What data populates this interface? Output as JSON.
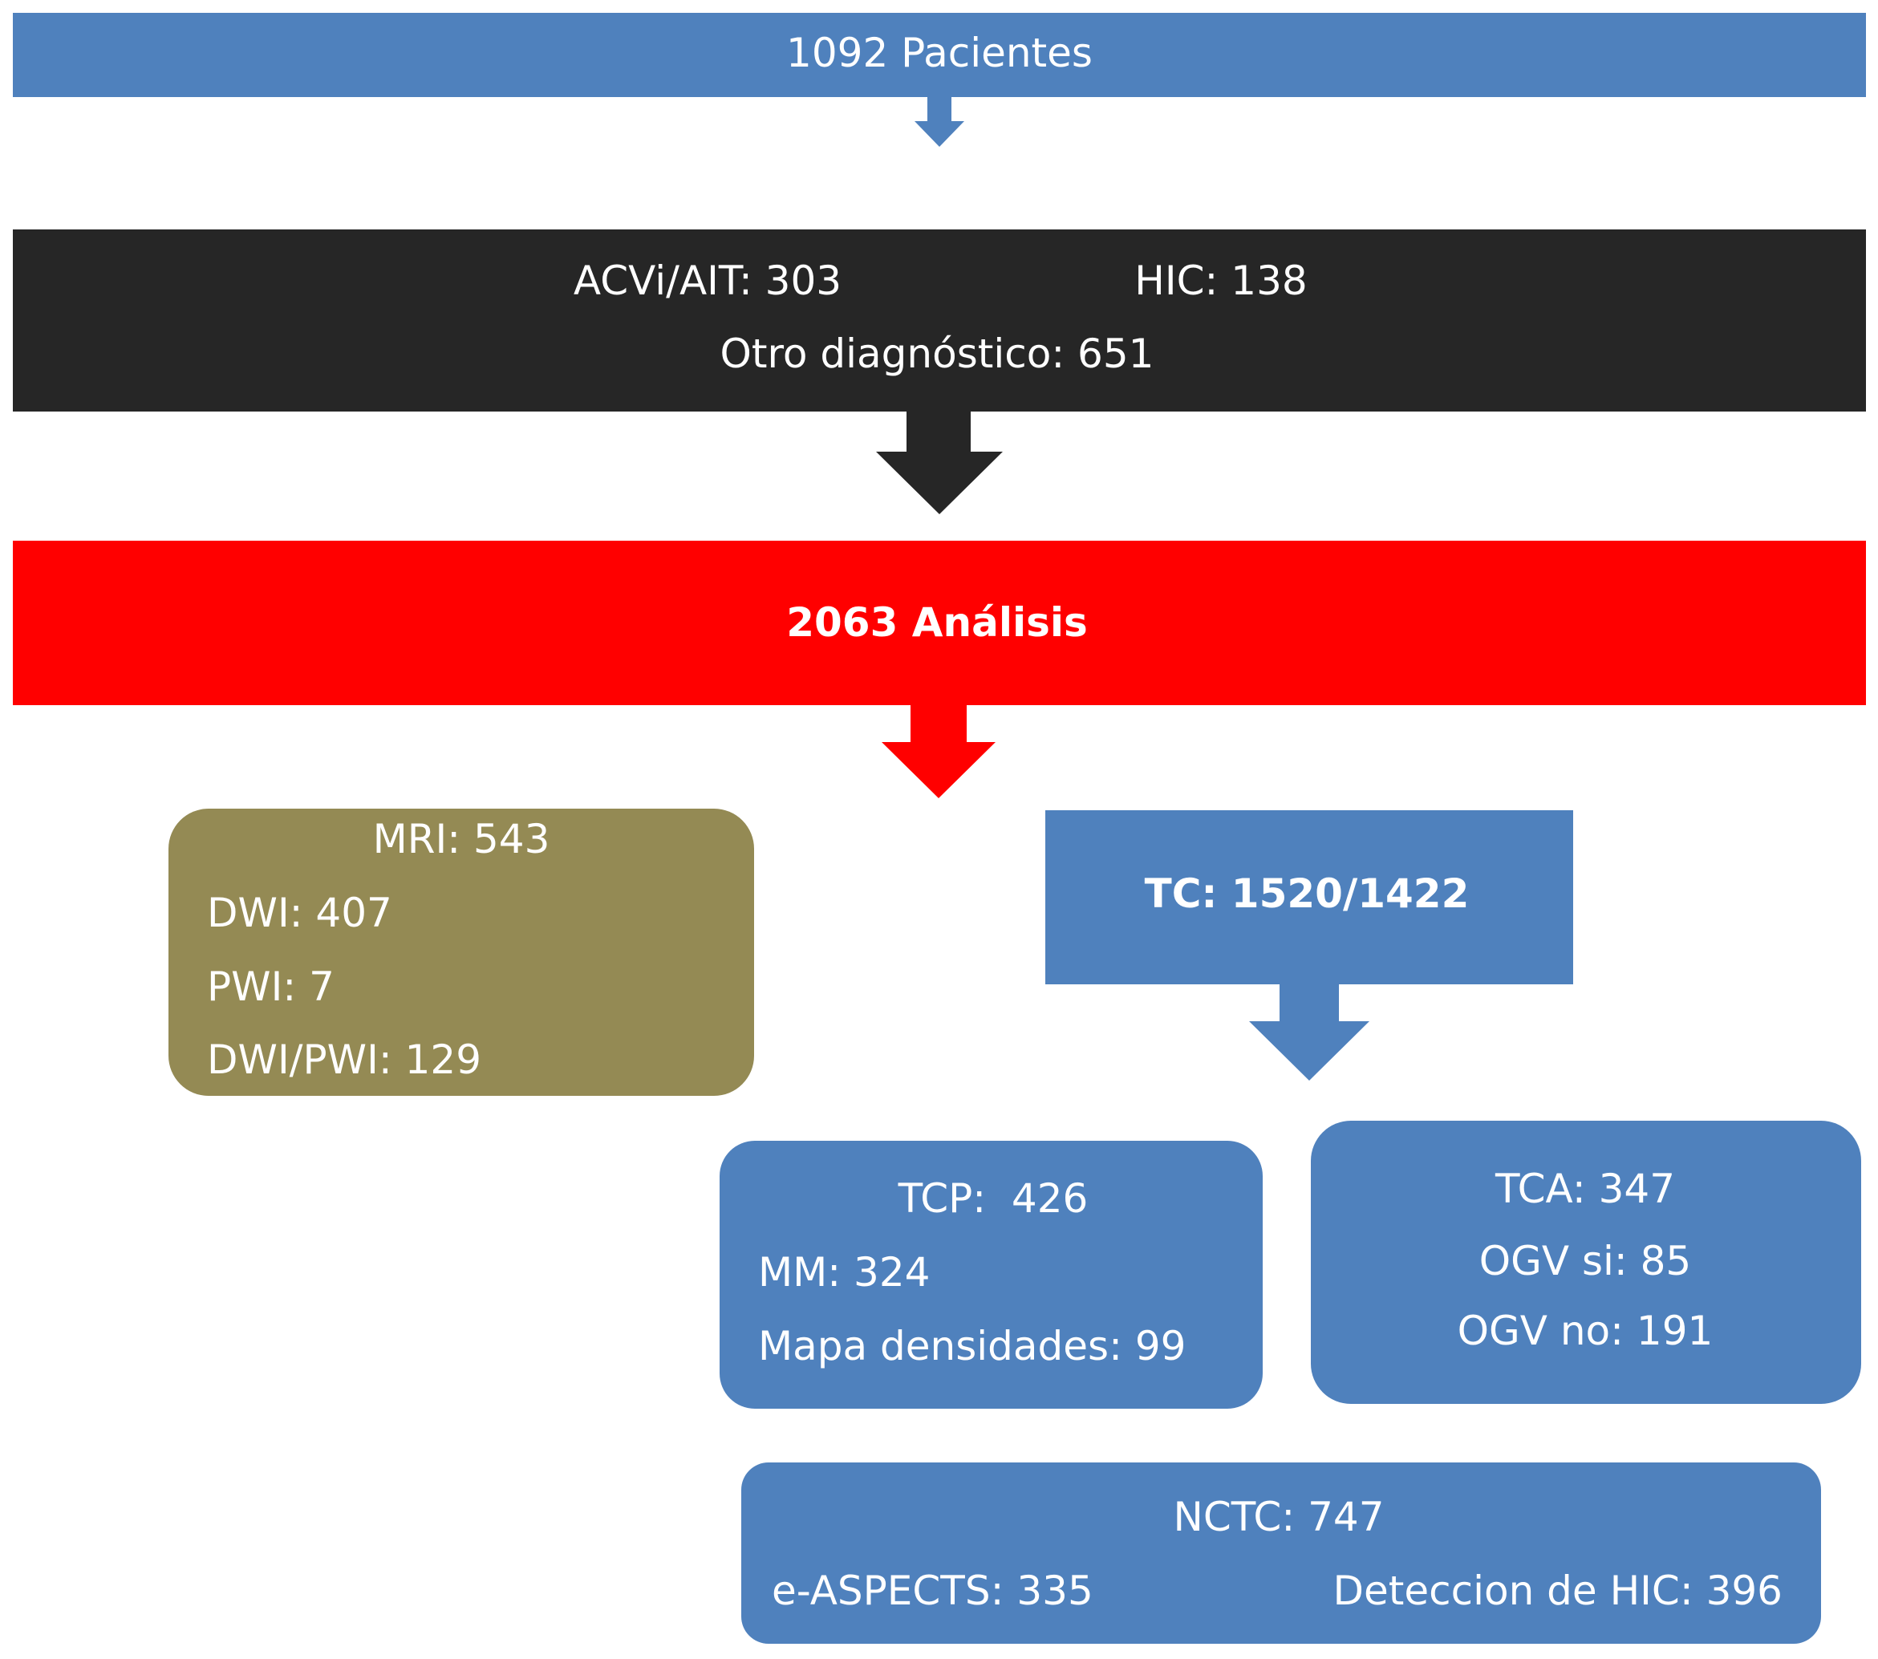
{
  "colors": {
    "blue": "#4f81bd",
    "black": "#262626",
    "red": "#ff0000",
    "olive": "#948a54",
    "text": "#ffffff"
  },
  "patients": {
    "label": "1092 Pacientes"
  },
  "diagnosis": {
    "acvi_ait": "ACVi/AIT: 303",
    "hic": "HIC: 138",
    "other": "Otro diagnóstico: 651"
  },
  "analysis": {
    "label": "2063 Análisis"
  },
  "mri": {
    "title": "MRI: 543",
    "dwi": "DWI: 407",
    "pwi": "PWI: 7",
    "dwi_pwi": "DWI/PWI: 129"
  },
  "tc": {
    "label": "TC: 1520/1422"
  },
  "tcp": {
    "title": "TCP:  426",
    "mm": "MM: 324",
    "density": "Mapa densidades: 99"
  },
  "tca": {
    "title": "TCA: 347",
    "ogv_si": "OGV si: 85",
    "ogv_no": "OGV no: 191"
  },
  "nctc": {
    "title": "NCTC: 747",
    "easpects": "e-ASPECTS: 335",
    "hic_detection": "Deteccion de HIC: 396"
  }
}
